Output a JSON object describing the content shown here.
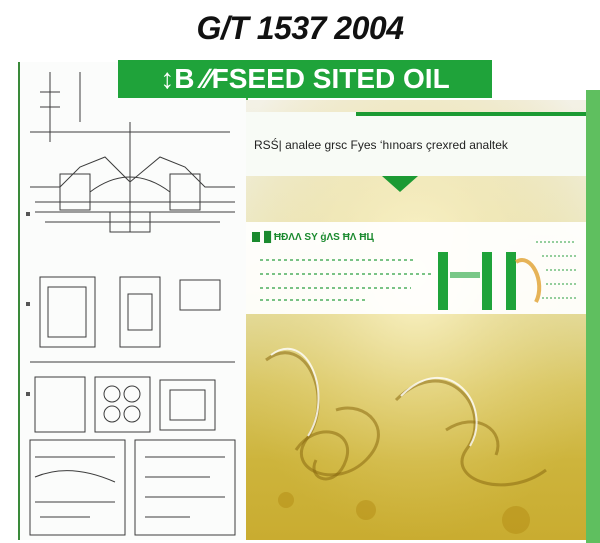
{
  "title": "G/T 1537 2004",
  "banner": "↕B ∕∕FSEED SITED OIL",
  "subhead": "RSŚ| analee grsc Fyes ‘hınoars çrexred analtek",
  "panel_heading": "█ ĦĐΛΛ SY ġΛS ĦΛ ĦЦ",
  "colors": {
    "green_accent": "#1fa33a",
    "oil_yellow": "#cdb43c"
  }
}
